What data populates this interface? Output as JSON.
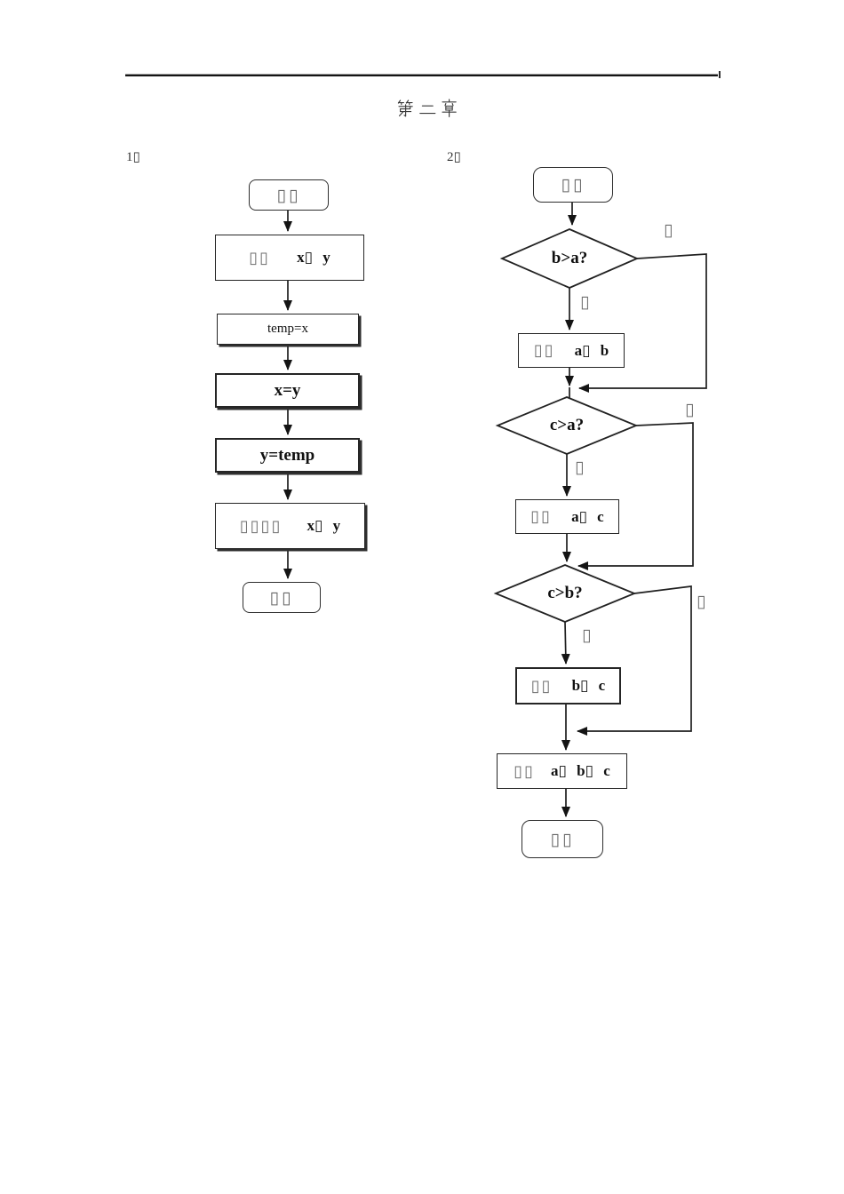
{
  "page": {
    "title": "第二章",
    "section1_label": "1▯",
    "section2_label": "2▯",
    "ink_color": "#1a1a1a",
    "paper_color": "#ffffff"
  },
  "flowchart1": {
    "start_label": "▯▯",
    "input": {
      "prefix": "▯▯",
      "value": "x▯ y"
    },
    "temp_step": "temp=x",
    "x_step": "x=y",
    "y_step": "y=temp",
    "output": {
      "prefix": "▯▯▯▯",
      "value": "x▯ y"
    },
    "end_label": "▯▯"
  },
  "flowchart2": {
    "start_label": "▯▯",
    "yes_label": "▯",
    "no_label": "▯",
    "decision_b_gt_a": "b>a?",
    "swap_ab": {
      "prefix": "▯▯",
      "value": "a▯ b"
    },
    "decision_c_gt_a": "c>a?",
    "swap_ac": {
      "prefix": "▯▯",
      "value": "a▯ c"
    },
    "decision_c_gt_b": "c>b?",
    "swap_bc": {
      "prefix": "▯▯",
      "value": "b▯ c"
    },
    "output": {
      "prefix": "▯▯",
      "value": "a▯ b▯ c"
    },
    "end_label": "▯▯"
  }
}
